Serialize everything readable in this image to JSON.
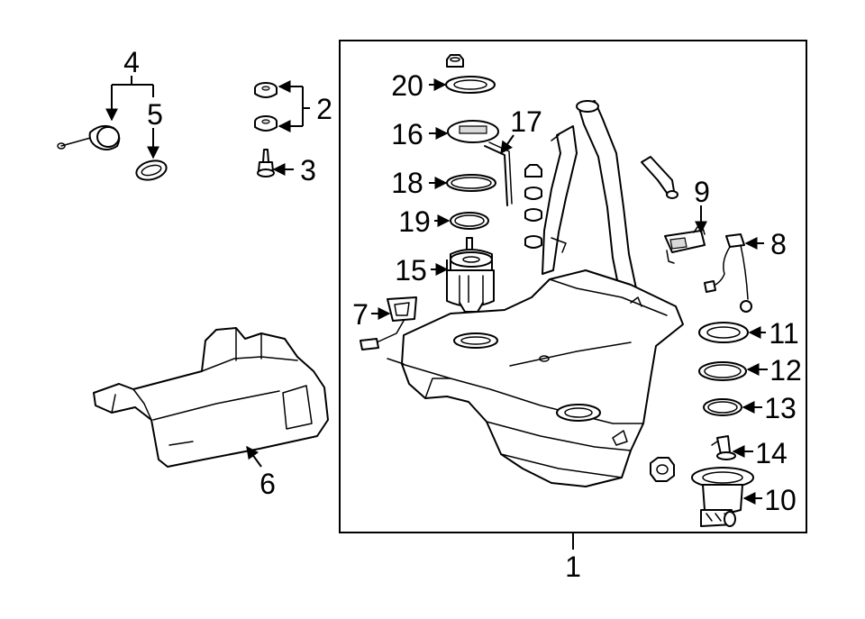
{
  "callouts": {
    "c1": "1",
    "c2": "2",
    "c3": "3",
    "c4": "4",
    "c5": "5",
    "c6": "6",
    "c7": "7",
    "c8": "8",
    "c9": "9",
    "c10": "10",
    "c11": "11",
    "c12": "12",
    "c13": "13",
    "c14": "14",
    "c15": "15",
    "c16": "16",
    "c17": "17",
    "c18": "18",
    "c19": "19",
    "c20": "20"
  },
  "colors": {
    "line": "#000000",
    "background": "#ffffff",
    "shade": "#d9d9d9"
  }
}
